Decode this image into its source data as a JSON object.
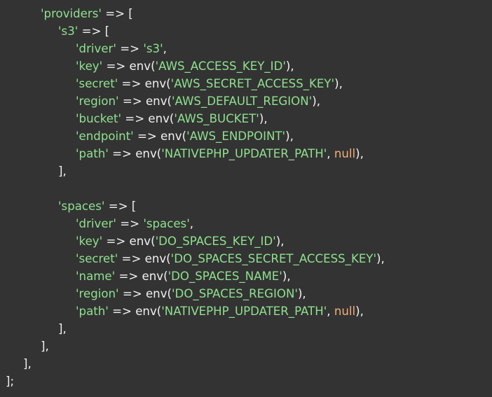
{
  "code": {
    "language": "php",
    "lines": [
      {
        "indent": 2,
        "tokens": [
          {
            "t": "'providers'",
            "k": "s"
          },
          {
            "t": " => [",
            "k": "p"
          }
        ]
      },
      {
        "indent": 3,
        "tokens": [
          {
            "t": "'s3'",
            "k": "s"
          },
          {
            "t": " => [",
            "k": "p"
          }
        ]
      },
      {
        "indent": 4,
        "tokens": [
          {
            "t": "'driver'",
            "k": "s"
          },
          {
            "t": " => ",
            "k": "p"
          },
          {
            "t": "'s3'",
            "k": "s"
          },
          {
            "t": ",",
            "k": "p"
          }
        ]
      },
      {
        "indent": 4,
        "tokens": [
          {
            "t": "'key'",
            "k": "s"
          },
          {
            "t": " => env(",
            "k": "p"
          },
          {
            "t": "'AWS_ACCESS_KEY_ID'",
            "k": "s"
          },
          {
            "t": "),",
            "k": "p"
          }
        ]
      },
      {
        "indent": 4,
        "tokens": [
          {
            "t": "'secret'",
            "k": "s"
          },
          {
            "t": " => env(",
            "k": "p"
          },
          {
            "t": "'AWS_SECRET_ACCESS_KEY'",
            "k": "s"
          },
          {
            "t": "),",
            "k": "p"
          }
        ]
      },
      {
        "indent": 4,
        "tokens": [
          {
            "t": "'region'",
            "k": "s"
          },
          {
            "t": " => env(",
            "k": "p"
          },
          {
            "t": "'AWS_DEFAULT_REGION'",
            "k": "s"
          },
          {
            "t": "),",
            "k": "p"
          }
        ]
      },
      {
        "indent": 4,
        "tokens": [
          {
            "t": "'bucket'",
            "k": "s"
          },
          {
            "t": " => env(",
            "k": "p"
          },
          {
            "t": "'AWS_BUCKET'",
            "k": "s"
          },
          {
            "t": "),",
            "k": "p"
          }
        ]
      },
      {
        "indent": 4,
        "tokens": [
          {
            "t": "'endpoint'",
            "k": "s"
          },
          {
            "t": " => env(",
            "k": "p"
          },
          {
            "t": "'AWS_ENDPOINT'",
            "k": "s"
          },
          {
            "t": "),",
            "k": "p"
          }
        ]
      },
      {
        "indent": 4,
        "tokens": [
          {
            "t": "'path'",
            "k": "s"
          },
          {
            "t": " => env(",
            "k": "p"
          },
          {
            "t": "'NATIVEPHP_UPDATER_PATH'",
            "k": "s"
          },
          {
            "t": ", ",
            "k": "p"
          },
          {
            "t": "null",
            "k": "n"
          },
          {
            "t": "),",
            "k": "p"
          }
        ]
      },
      {
        "indent": 3,
        "tokens": [
          {
            "t": "],",
            "k": "p"
          }
        ]
      },
      {
        "indent": 0,
        "tokens": []
      },
      {
        "indent": 3,
        "tokens": [
          {
            "t": "'spaces'",
            "k": "s"
          },
          {
            "t": " => [",
            "k": "p"
          }
        ]
      },
      {
        "indent": 4,
        "tokens": [
          {
            "t": "'driver'",
            "k": "s"
          },
          {
            "t": " => ",
            "k": "p"
          },
          {
            "t": "'spaces'",
            "k": "s"
          },
          {
            "t": ",",
            "k": "p"
          }
        ]
      },
      {
        "indent": 4,
        "tokens": [
          {
            "t": "'key'",
            "k": "s"
          },
          {
            "t": " => env(",
            "k": "p"
          },
          {
            "t": "'DO_SPACES_KEY_ID'",
            "k": "s"
          },
          {
            "t": "),",
            "k": "p"
          }
        ]
      },
      {
        "indent": 4,
        "tokens": [
          {
            "t": "'secret'",
            "k": "s"
          },
          {
            "t": " => env(",
            "k": "p"
          },
          {
            "t": "'DO_SPACES_SECRET_ACCESS_KEY'",
            "k": "s"
          },
          {
            "t": "),",
            "k": "p"
          }
        ]
      },
      {
        "indent": 4,
        "tokens": [
          {
            "t": "'name'",
            "k": "s"
          },
          {
            "t": " => env(",
            "k": "p"
          },
          {
            "t": "'DO_SPACES_NAME'",
            "k": "s"
          },
          {
            "t": "),",
            "k": "p"
          }
        ]
      },
      {
        "indent": 4,
        "tokens": [
          {
            "t": "'region'",
            "k": "s"
          },
          {
            "t": " => env(",
            "k": "p"
          },
          {
            "t": "'DO_SPACES_REGION'",
            "k": "s"
          },
          {
            "t": "),",
            "k": "p"
          }
        ]
      },
      {
        "indent": 4,
        "tokens": [
          {
            "t": "'path'",
            "k": "s"
          },
          {
            "t": " => env(",
            "k": "p"
          },
          {
            "t": "'NATIVEPHP_UPDATER_PATH'",
            "k": "s"
          },
          {
            "t": ", ",
            "k": "p"
          },
          {
            "t": "null",
            "k": "n"
          },
          {
            "t": "),",
            "k": "p"
          }
        ]
      },
      {
        "indent": 3,
        "tokens": [
          {
            "t": "],",
            "k": "p"
          }
        ]
      },
      {
        "indent": 2,
        "tokens": [
          {
            "t": "],",
            "k": "p"
          }
        ]
      },
      {
        "indent": 1,
        "tokens": [
          {
            "t": "],",
            "k": "p"
          }
        ]
      },
      {
        "indent": 0,
        "tokens": [
          {
            "t": "];",
            "k": "p"
          }
        ]
      }
    ]
  },
  "colors": {
    "background": "#333333",
    "string": "#8fe08f",
    "punctuation": "#f0f0f0",
    "null": "#f2ad78"
  }
}
